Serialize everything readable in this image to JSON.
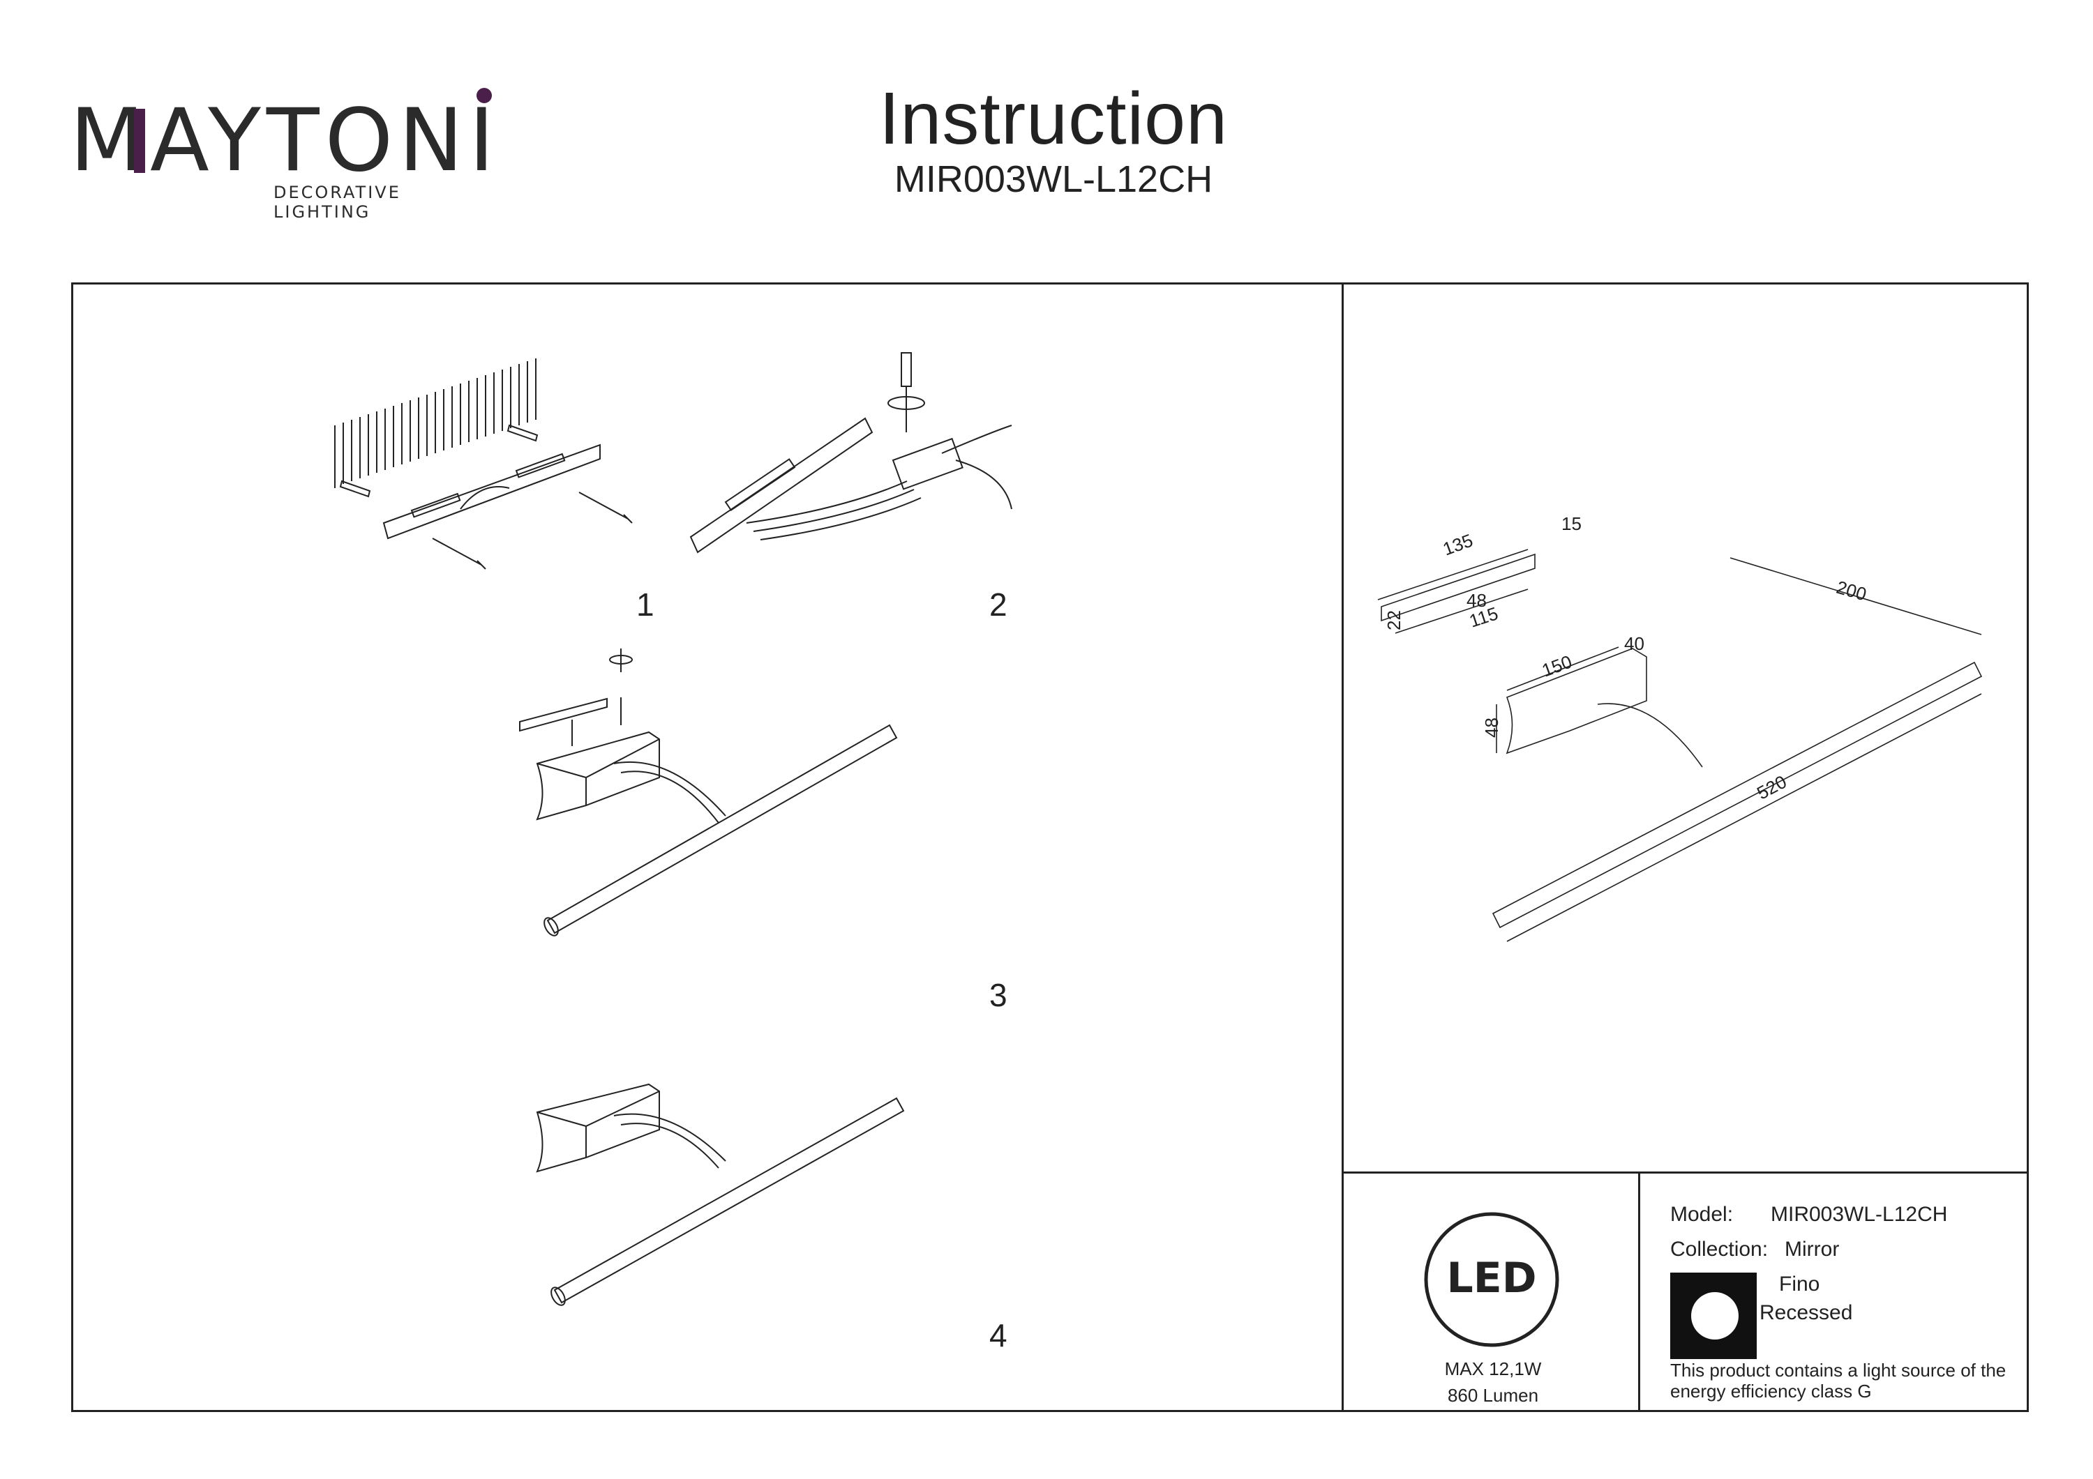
{
  "brand": {
    "name_left": "MAYTON",
    "name_right": "I",
    "tagline": "DECORATIVE LIGHTING",
    "accent": "#4a1f4a"
  },
  "header": {
    "title": "Instruction",
    "model": "MIR003WL-L12CH"
  },
  "steps": [
    "1",
    "2",
    "3",
    "4"
  ],
  "dimensions": {
    "bracket_length": "135",
    "bracket_depth": "15",
    "bracket_hole_spacing": "48",
    "bracket_slot_span": "115",
    "bracket_height": "22",
    "base_length": "150",
    "base_depth": "40",
    "base_height": "48",
    "bar_length": "520",
    "arm_projection": "200"
  },
  "led_panel": {
    "badge": "LED",
    "power": "MAX 12,1W",
    "flux": "860 Lumen"
  },
  "specs": {
    "model_label": "Model:",
    "model_value": "MIR003WL-L12CH",
    "collection_label": "Collection:",
    "collection_value": "Mirror",
    "series": "Fino",
    "mount": "Recessed",
    "energy_note_line1": "This product contains a light source of the",
    "energy_note_line2": "energy efficiency class G"
  },
  "icons": [
    "screwdriver-icon",
    "rotate-icon",
    "led-badge-icon",
    "recessed-icon"
  ]
}
